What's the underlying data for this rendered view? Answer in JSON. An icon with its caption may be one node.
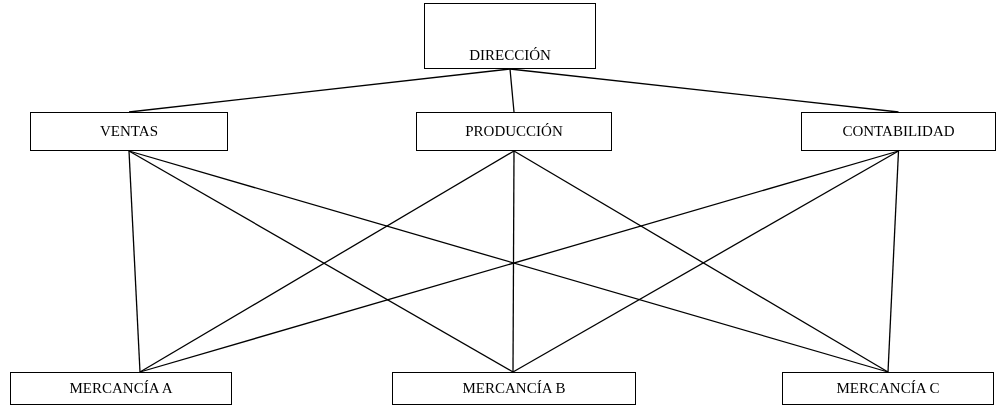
{
  "diagram": {
    "nodes": [
      {
        "text": [
          "DIRECCIÓN"
        ]
      },
      {
        "text": [
          "VENTAS"
        ]
      },
      {
        "text": [
          "PRODUCCIÓN"
        ]
      },
      {
        "text": [
          "CONTABILIDAD"
        ]
      },
      {
        "text": [
          "MERCANCÍA A"
        ]
      },
      {
        "text": [
          "MERCANCÍA B"
        ]
      },
      {
        "text": [
          "MERCANCÍA C"
        ]
      }
    ],
    "edges": [
      {
        "from": 0,
        "to": 1,
        "arrow": "none"
      },
      {
        "from": 0,
        "to": 2,
        "arrow": "none"
      },
      {
        "from": 0,
        "to": 3,
        "arrow": "none"
      },
      {
        "from": 1,
        "to": 4,
        "arrow": "none"
      },
      {
        "from": 1,
        "to": 5,
        "arrow": "none"
      },
      {
        "from": 1,
        "to": 6,
        "arrow": "none"
      },
      {
        "from": 2,
        "to": 4,
        "arrow": "none"
      },
      {
        "from": 2,
        "to": 5,
        "arrow": "none"
      },
      {
        "from": 2,
        "to": 6,
        "arrow": "none"
      },
      {
        "from": 3,
        "to": 4,
        "arrow": "none"
      },
      {
        "from": 3,
        "to": 5,
        "arrow": "none"
      },
      {
        "from": 3,
        "to": 6,
        "arrow": "none"
      }
    ]
  }
}
